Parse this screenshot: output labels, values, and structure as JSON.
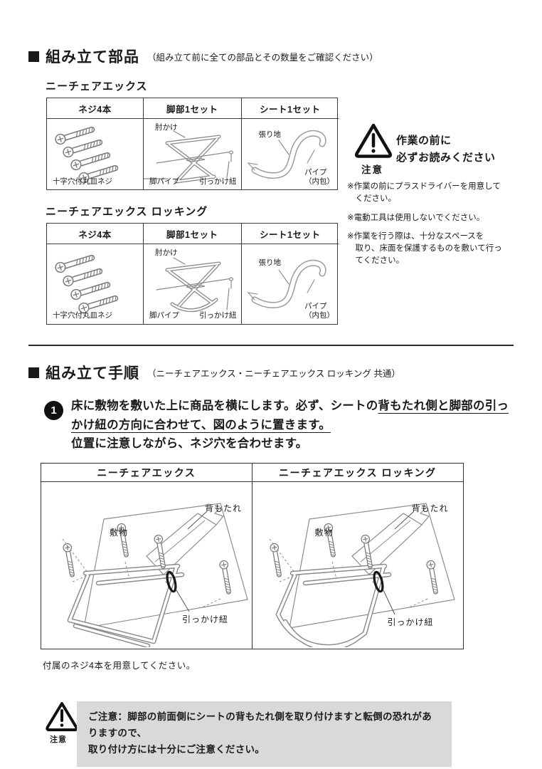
{
  "parts_section": {
    "title": "組み立て部品",
    "subtitle": "（組み立て前に全ての部品とその数量をご確認ください）",
    "products": [
      {
        "name": "ニーチェアエックス",
        "col_screws": "ネジ4本",
        "col_legs": "脚部1セット",
        "col_seat": "シート1セット",
        "screw_caption": "十字穴付丸皿ネジ",
        "lbl_armrest": "肘かけ",
        "lbl_leg_pipe": "脚パイプ",
        "lbl_hook_strap": "引っかけ紐",
        "lbl_fabric": "張り地",
        "lbl_pipe": "パイプ\n（内包）"
      },
      {
        "name": "ニーチェアエックス ロッキング",
        "col_screws": "ネジ4本",
        "col_legs": "脚部1セット",
        "col_seat": "シート1セット",
        "screw_caption": "十字穴付丸皿ネジ",
        "lbl_armrest": "肘かけ",
        "lbl_leg_pipe": "脚パイプ",
        "lbl_hook_strap": "引っかけ紐",
        "lbl_fabric": "張り地",
        "lbl_pipe": "パイプ\n（内包）"
      }
    ],
    "caution": {
      "label": "注意",
      "headline": "作業の前に\n必ずお読みください",
      "notes": [
        "※作業の前にプラスドライバーを用意して\nください。",
        "※電動工具は使用しないでください。",
        "※作業を行う際は、十分なスペースを\n取り、床面を保護するものを敷いて行っ\nてください。"
      ]
    }
  },
  "steps_section": {
    "title": "組み立て手順",
    "subtitle": "（ニーチェアエックス・ニーチェアエックス ロッキング 共通）",
    "step1": {
      "number": "1",
      "text_plain": "床に敷物を敷いた上に商品を横にします。必ず、シートの",
      "text_underlined": "背もたれ側と脚部の引っかけ紐の方向に合わせて、図のように置きます。",
      "text_line2": "位置に注意しながら、ネジ穴を合わせます。"
    },
    "figure": {
      "panels": [
        {
          "title": "ニーチェアエックス",
          "lbl_mat": "敷物",
          "lbl_backrest": "背もたれ",
          "lbl_hook_strap": "引っかけ紐"
        },
        {
          "title": "ニーチェアエックス ロッキング",
          "lbl_mat": "敷物",
          "lbl_backrest": "背もたれ",
          "lbl_hook_strap": "引っかけ紐"
        }
      ],
      "caption": "付属のネジ4本を用意してください。"
    },
    "bottom_caution": {
      "label": "注意",
      "text": "ご注意：脚部の前面側にシートの背もたれ側を取り付けますと転倒の恐れがありますので、\n取り付け方には十分にご注意ください。"
    }
  },
  "colors": {
    "ink": "#1a1a1a",
    "gray_box": "#d9d9d9",
    "line_art": "#8a8a8a"
  }
}
